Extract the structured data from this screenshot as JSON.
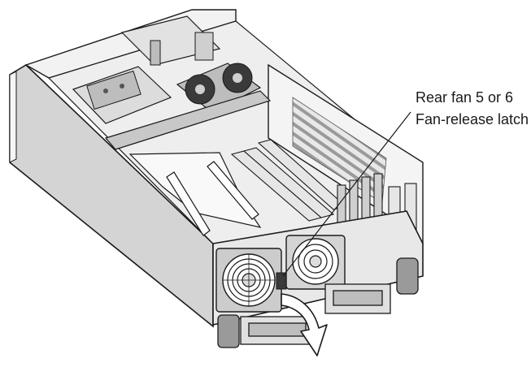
{
  "callouts": {
    "rear_fan": "Rear fan 5 or 6",
    "fan_release_latch": "Fan-release latch"
  },
  "colors": {
    "line": "#1a1a1a",
    "chassis_light": "#f2f2f2",
    "chassis_mid": "#d4d4d4",
    "chassis_dark": "#7a7a7a",
    "arrow_fill": "#ffffff"
  },
  "icons": [
    "server-chassis-illustration",
    "rear-fan-icon",
    "rotation-arrow-icon"
  ]
}
